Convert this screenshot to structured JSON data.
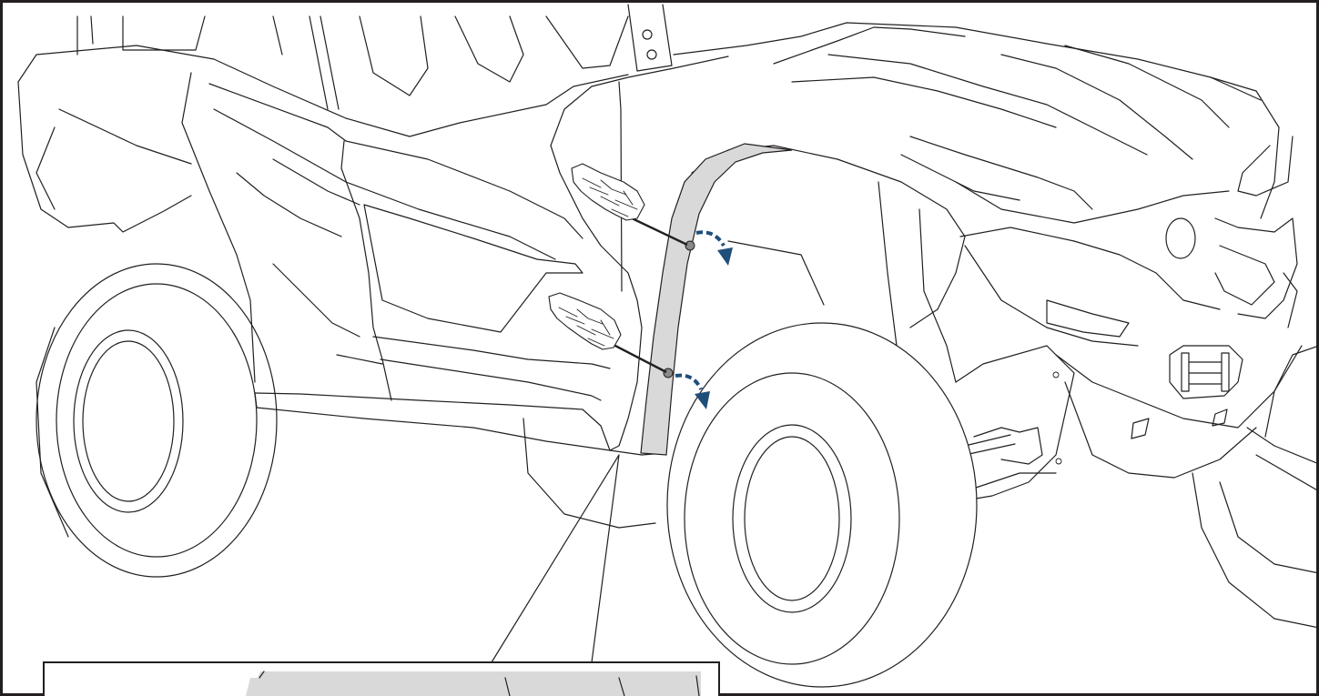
{
  "figure": {
    "kind": "technical-illustration",
    "subject": "utv-side-view-front-trim-removal",
    "highlight_color": "#d9d9d9",
    "line_color": "#231f20",
    "arrow_color": "#1f4e79",
    "frame_color": "#231f20",
    "callout_fill": "#ffffff",
    "callout_highlight": "#d9d9d9",
    "fastener_count": 2,
    "icons": [
      "screwdriver-icon",
      "hand-icon",
      "rotation-arrow-icon",
      "fastener-icon"
    ]
  }
}
